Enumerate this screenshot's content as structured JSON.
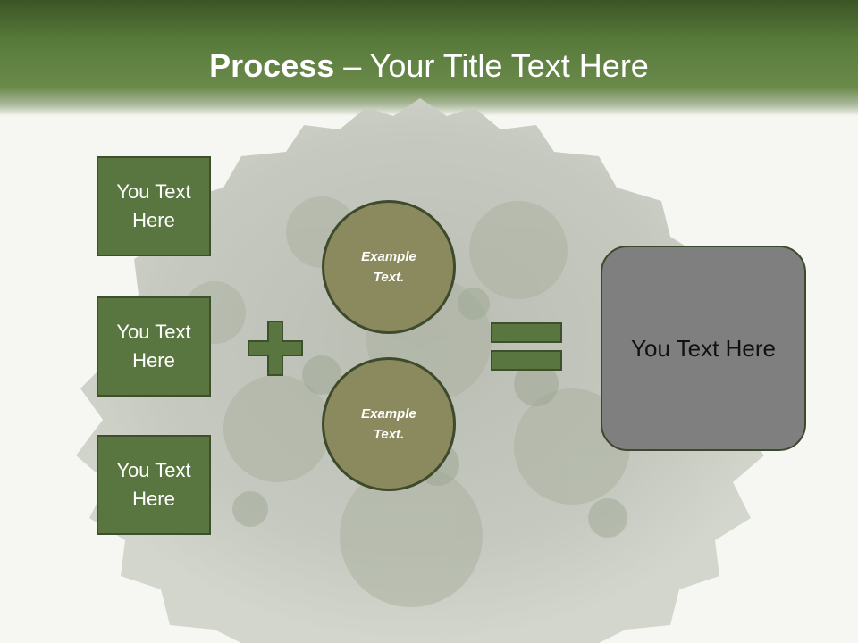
{
  "slide": {
    "title_bold": "Process",
    "title_rest": " – Your Title Text Here"
  },
  "inputs": [
    {
      "label": "You Text\nHere"
    },
    {
      "label": "You Text\nHere"
    },
    {
      "label": "You Text\nHere"
    }
  ],
  "circles": [
    {
      "label": "Example\nText."
    },
    {
      "label": "Example\nText."
    }
  ],
  "operators": {
    "plus": "plus-icon",
    "equals": "equals-icon"
  },
  "result": {
    "label": "You Text Here"
  },
  "colors": {
    "header": "#577a3a",
    "box_fill": "#5a7640",
    "circle_fill": "#8b8a5e",
    "result_fill": "#7f7f7f",
    "outline": "#3e4f2c"
  }
}
